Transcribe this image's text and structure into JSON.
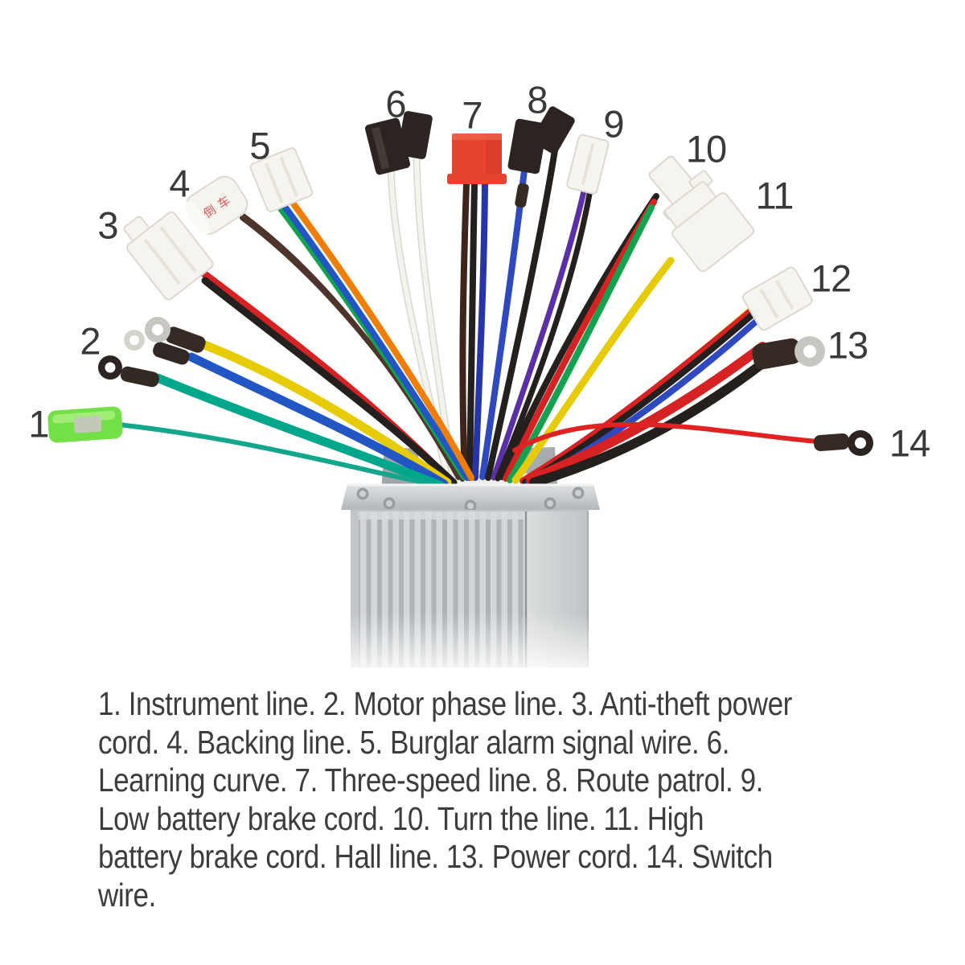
{
  "figure": {
    "wire_numbers": [
      "1",
      "2",
      "3",
      "4",
      "5",
      "6",
      "7",
      "8",
      "9",
      "10",
      "11",
      "12",
      "13",
      "14"
    ],
    "connector4_marking": "倒车",
    "colors": {
      "teal": "#00a78a",
      "teal_thin": "#12a78c",
      "yellow": "#e6cb06",
      "blue": "#2156c4",
      "green": "#13a24f",
      "orange": "#f07d05",
      "red": "#d62222",
      "red_thin": "#e02222",
      "black": "#23201e",
      "white_wire": "#f4f4ef",
      "white_wire_edge": "#d9d8d0",
      "brown": "#4e352c",
      "dark_brown": "#3f241b",
      "navy": "#2636aa",
      "purple": "#5b2fa8",
      "royal": "#2f49c0",
      "conn_white": "#f5f4ef",
      "conn_white_edge": "#d8d5cc",
      "conn_black": "#2b2422",
      "conn_red": "#e8432e",
      "conn_green": "#72e046",
      "conn_green_hi": "#a9f07f",
      "metal_ring": "#c7c7c1",
      "ring_hole": "#ffffff",
      "sleeve": "#352a24",
      "marking_red": "#e25555",
      "label": "#3a3a3a"
    }
  },
  "caption": {
    "lines": [
      "1. Instrument line. 2. Motor phase line. 3. Anti-theft power",
      "cord. 4. Backing line. 5. Burglar alarm signal wire. 6.",
      "Learning curve. 7. Three-speed line. 8. Route patrol. 9.",
      "Low battery brake cord. 10. Turn the line. 11. High",
      "battery brake cord. Hall line. 13. Power cord. 14. Switch",
      "wire."
    ]
  }
}
